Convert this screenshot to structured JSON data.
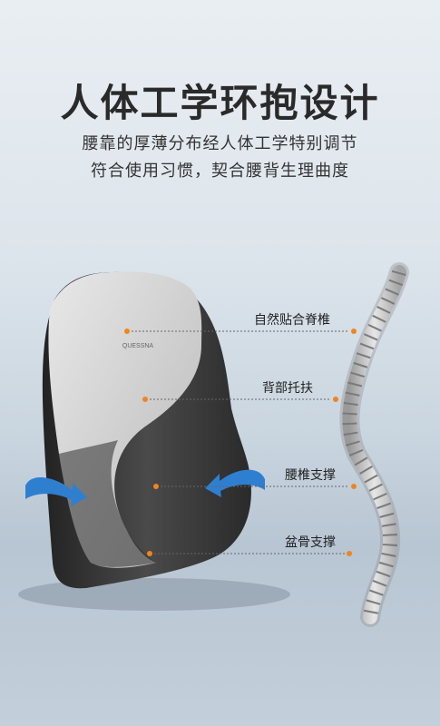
{
  "header": {
    "title": "人体工学环抱设计",
    "subtitle_line1": "腰靠的厚薄分布经人体工学特别调节",
    "subtitle_line2": "符合使用习惯，契合腰背生理曲度"
  },
  "product": {
    "logo_text": "QUESSNA"
  },
  "callouts": [
    {
      "label": "自然贴合脊椎"
    },
    {
      "label": "背部托扶"
    },
    {
      "label": "腰椎支撑"
    },
    {
      "label": "盆骨支撑"
    }
  ],
  "colors": {
    "accent_dot": "#f0841f",
    "arrow_blue": "#2f7fd0",
    "cushion_dark": "#3a3a3a",
    "cushion_light": "#cfcfcf"
  }
}
